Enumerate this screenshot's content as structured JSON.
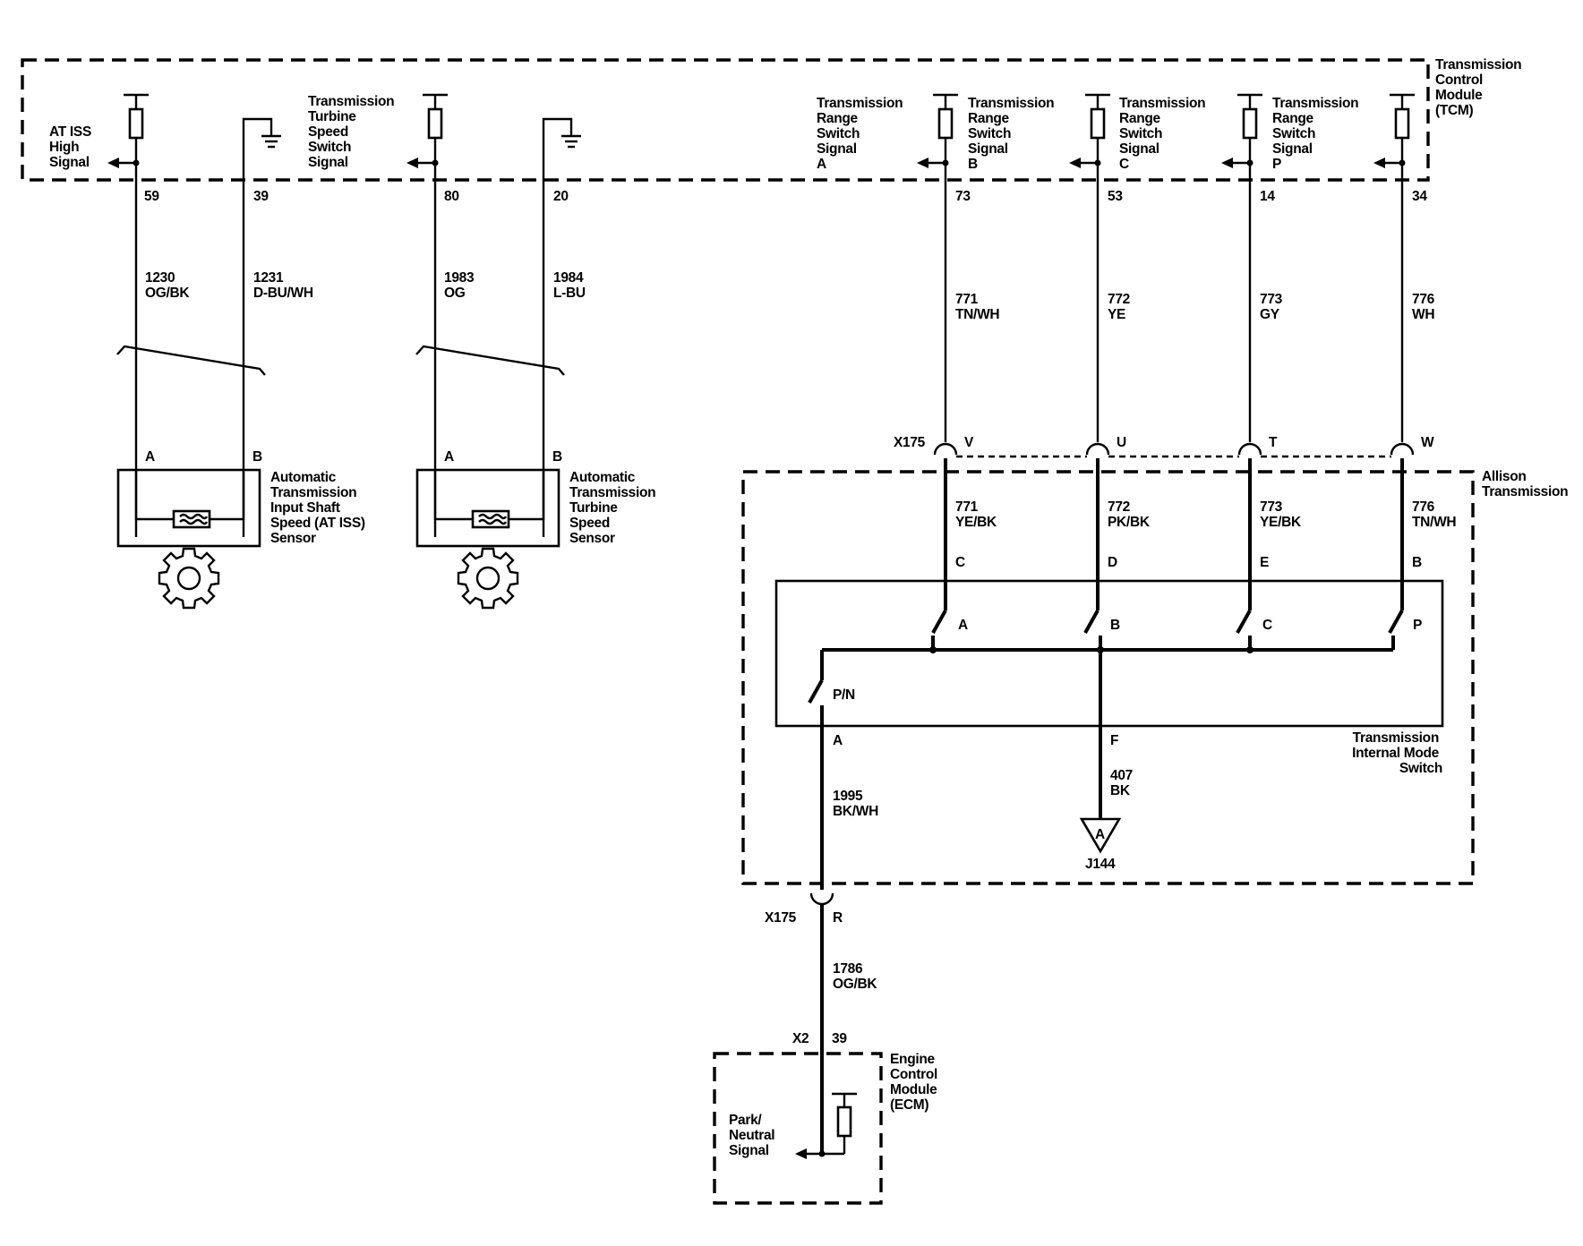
{
  "tcm": {
    "title": [
      "Transmission",
      "Control",
      "Module",
      "(TCM)"
    ],
    "iss_signal_label": [
      "AT ISS",
      "High",
      "Signal"
    ],
    "turbine_signal_label": [
      "Transmission",
      "Turbine",
      "Speed",
      "Switch",
      "Signal"
    ],
    "range_a_label": [
      "Transmission",
      "Range",
      "Switch",
      "Signal",
      "A"
    ],
    "range_b_label": [
      "Transmission",
      "Range",
      "Switch",
      "Signal",
      "B"
    ],
    "range_c_label": [
      "Transmission",
      "Range",
      "Switch",
      "Signal",
      "C"
    ],
    "range_p_label": [
      "Transmission",
      "Range",
      "Switch",
      "Signal",
      "P"
    ],
    "pins": [
      "59",
      "39",
      "80",
      "20",
      "73",
      "53",
      "14",
      "34"
    ]
  },
  "wires": {
    "w1230": [
      "1230",
      "OG/BK"
    ],
    "w1231": [
      "1231",
      "D-BU/WH"
    ],
    "w1983": [
      "1983",
      "OG"
    ],
    "w1984": [
      "1984",
      "L-BU"
    ],
    "w771a": [
      "771",
      "TN/WH"
    ],
    "w772a": [
      "772",
      "YE"
    ],
    "w773a": [
      "773",
      "GY"
    ],
    "w776a": [
      "776",
      "WH"
    ],
    "w771b": [
      "771",
      "YE/BK"
    ],
    "w772b": [
      "772",
      "PK/BK"
    ],
    "w773b": [
      "773",
      "YE/BK"
    ],
    "w776b": [
      "776",
      "TN/WH"
    ],
    "w407": [
      "407",
      "BK"
    ],
    "w1995": [
      "1995",
      "BK/WH"
    ],
    "w1786": [
      "1786",
      "OG/BK"
    ]
  },
  "sensors": {
    "iss": {
      "title": [
        "Automatic",
        "Transmission",
        "Input Shaft",
        "Speed (AT ISS)",
        "Sensor"
      ],
      "pin_a": "A",
      "pin_b": "B"
    },
    "turbine": {
      "title": [
        "Automatic",
        "Transmission",
        "Turbine",
        "Speed",
        "Sensor"
      ],
      "pin_a": "A",
      "pin_b": "B"
    }
  },
  "connector_x175": {
    "name": "X175",
    "pins": [
      "V",
      "U",
      "T",
      "W"
    ],
    "lower_pin": "R"
  },
  "allison": {
    "title": [
      "Allison",
      "Transmission"
    ],
    "switch_title": [
      "Transmission",
      "Internal Mode",
      "Switch"
    ],
    "upper_pins": [
      "C",
      "D",
      "E",
      "B"
    ],
    "contacts": [
      "A",
      "B",
      "C",
      "P"
    ],
    "pn_contact": "P/N",
    "lower_pins": [
      "A",
      "F"
    ],
    "ground_letter": "A",
    "ground_id": "J144"
  },
  "ecm": {
    "title": [
      "Engine",
      "Control",
      "Module",
      "(ECM)"
    ],
    "connector": "X2",
    "pin": "39",
    "signal_label": [
      "Park/",
      "Neutral",
      "Signal"
    ]
  }
}
